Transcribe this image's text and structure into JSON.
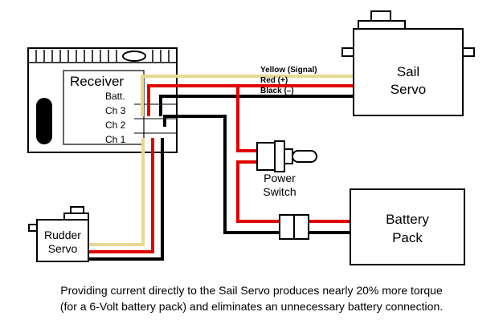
{
  "receiver": {
    "title": "Receiver",
    "channels": [
      "Batt.",
      "Ch 3",
      "Ch 2",
      "Ch 1"
    ]
  },
  "sail_servo": {
    "line1": "Sail",
    "line2": "Servo"
  },
  "rudder_servo": {
    "line1": "Rudder",
    "line2": "Servo"
  },
  "battery_pack": {
    "line1": "Battery",
    "line2": "Pack"
  },
  "power_switch": {
    "line1": "Power",
    "line2": "Switch"
  },
  "wire_labels": {
    "signal": "Yellow (Signal)",
    "positive": "Red (+)",
    "negative": "Black (–)"
  },
  "caption": {
    "line1": "Providing current directly to the Sail Servo produces nearly 20% more torque",
    "line2": "(for a 6-Volt battery pack) and eliminates an unnecessary battery connection."
  },
  "colors": {
    "signal_wire": "#e8d890",
    "positive_wire": "#e00000",
    "negative_wire": "#000000",
    "outline": "#000000",
    "background": "#ffffff"
  }
}
